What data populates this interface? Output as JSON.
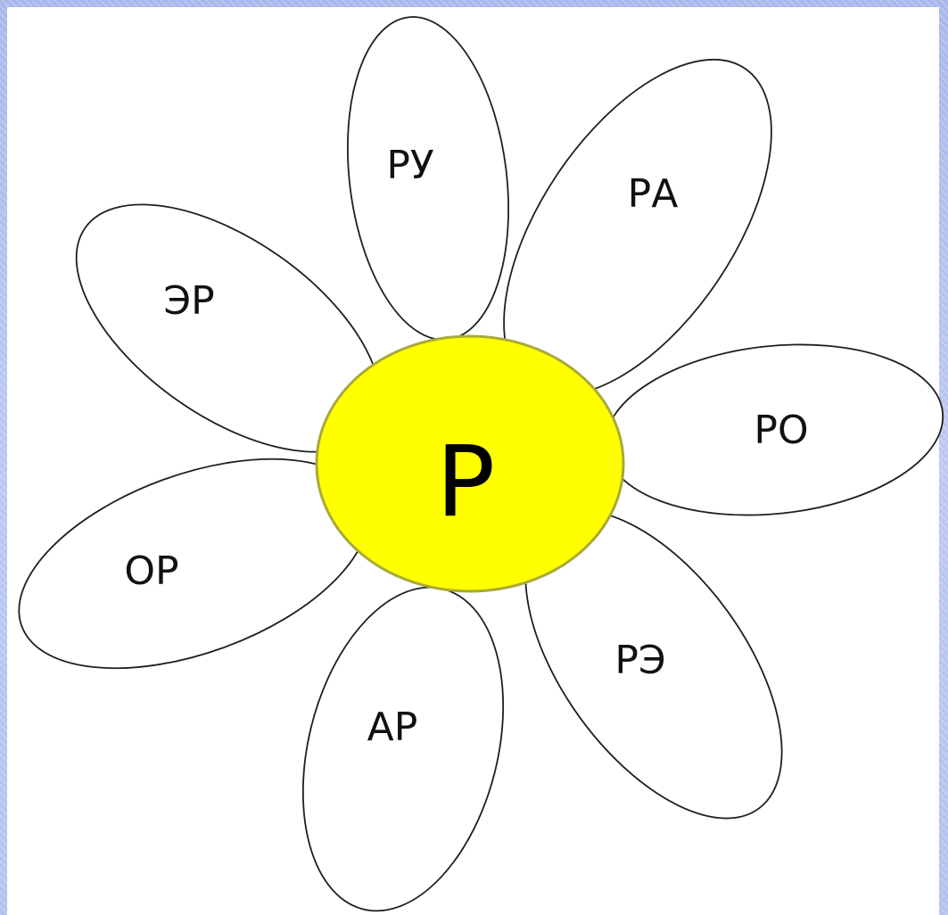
{
  "diagram": {
    "center": {
      "label": "Р",
      "color": "#ffff00",
      "stroke": "#a9a93a"
    },
    "petals": [
      {
        "id": "ru",
        "label": "РУ"
      },
      {
        "id": "ra",
        "label": "РА"
      },
      {
        "id": "ro",
        "label": "РО"
      },
      {
        "id": "re",
        "label": "РЭ"
      },
      {
        "id": "ar",
        "label": "АР"
      },
      {
        "id": "or",
        "label": "ОР"
      },
      {
        "id": "er",
        "label": "ЭР"
      }
    ]
  },
  "colors": {
    "petal_fill": "#ffffff",
    "outline": "#1f1f1f",
    "background": "#b5c3ef"
  }
}
